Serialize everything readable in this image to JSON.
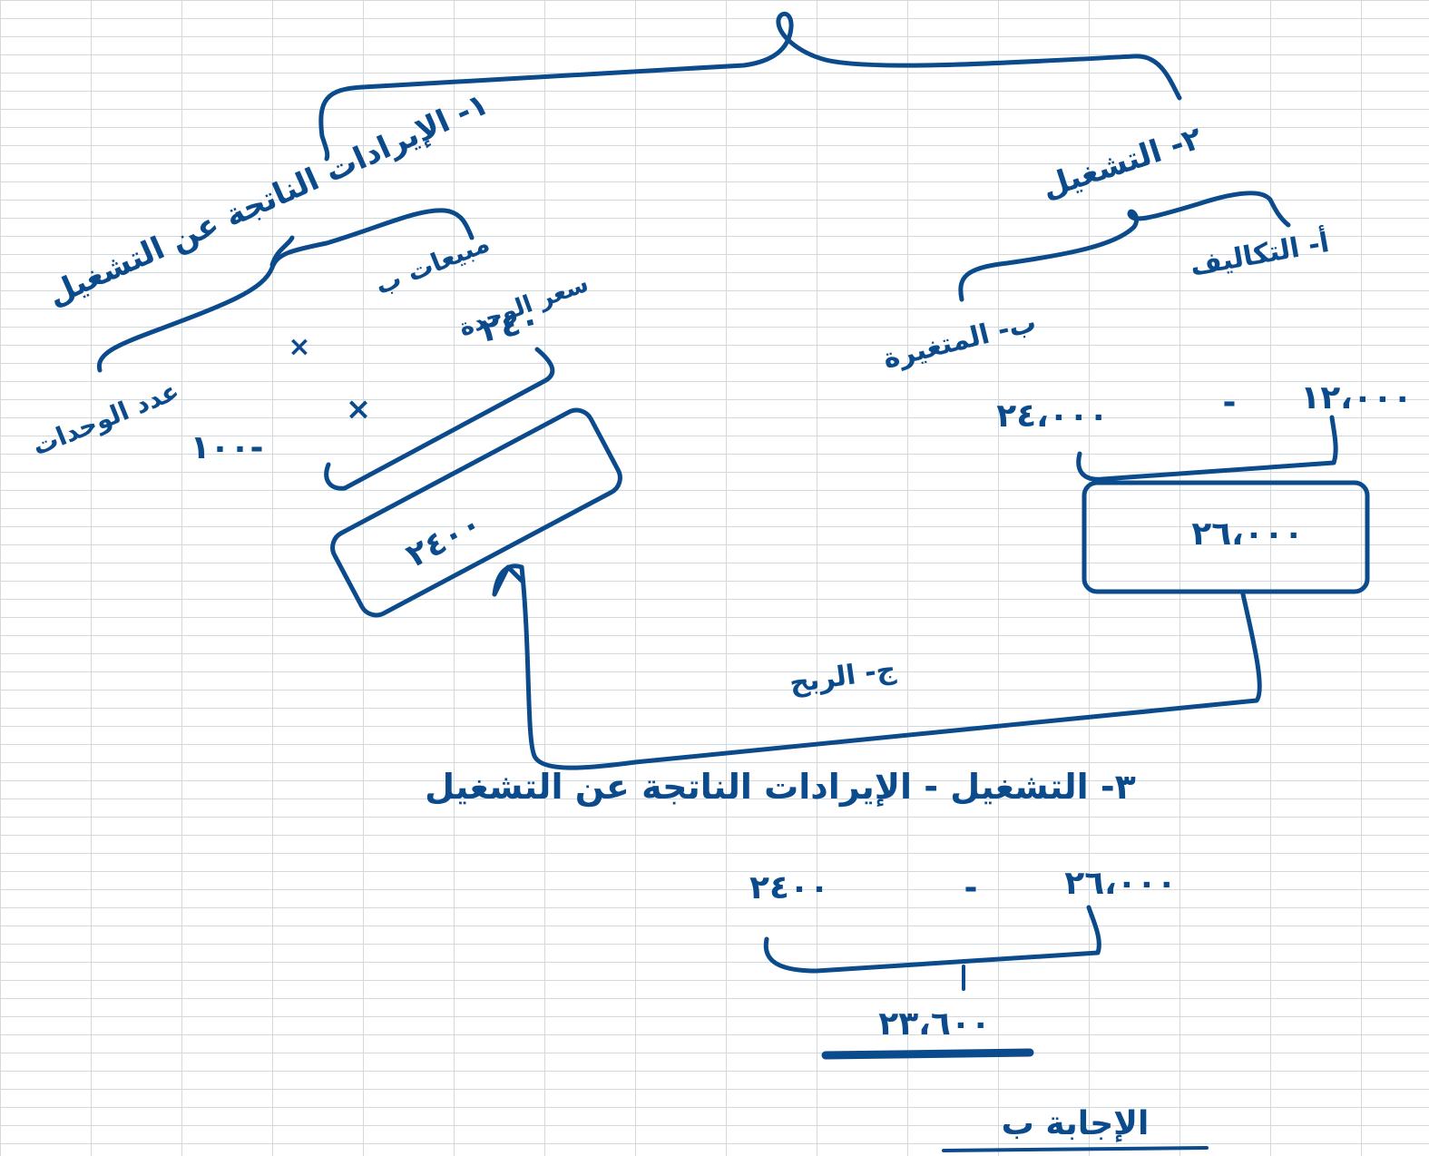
{
  "page": {
    "grid_color": "#d3d8dc",
    "ink_color": "#0b4a8b",
    "background": "#ffffff"
  },
  "labels": {
    "top_left_branch": "١- الإيرادات الناتجة عن التشغيل",
    "top_right_branch": "٢- التشغيل",
    "sales_units": "مبيعات ب",
    "current_units": "عدد الوحدات",
    "unit_price": "سعر الوحدة",
    "multiply_sign_1": "×",
    "multiply_sign_2": "×",
    "price_value": "٢٤٠",
    "rate_value": "١٠٠-",
    "boxed_result_left": "٢٤٠٠",
    "right_a": "أ- التكاليف",
    "right_b": "ب- المتغيرة",
    "value_24000": "٢٤،٠٠٠",
    "minus_sign_right": "-",
    "value_12000": "١٢،٠٠٠",
    "boxed_result_right": "٢٦،٠٠٠",
    "bottom_note": "ج- الربح",
    "bottom_formula": "٣- التشغيل - الإيرادات الناتجة عن التشغيل",
    "bottom_24000": "٢٤٠٠",
    "minus_sign_bottom": "-",
    "bottom_26000": "٢٦،٠٠٠",
    "final_result": "٢٣،٦٠٠",
    "answer": "الإجابة ب"
  }
}
